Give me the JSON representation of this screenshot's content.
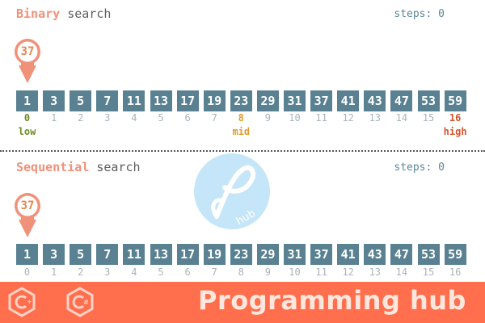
{
  "binary": {
    "title_highlight": "Binary",
    "title_rest": "search",
    "steps_label": "steps:",
    "steps_value": "0",
    "target": "37",
    "values": [
      "1",
      "3",
      "5",
      "7",
      "11",
      "13",
      "17",
      "19",
      "23",
      "29",
      "31",
      "37",
      "41",
      "43",
      "47",
      "53",
      "59"
    ],
    "indices": [
      "0",
      "1",
      "2",
      "3",
      "4",
      "5",
      "6",
      "7",
      "8",
      "9",
      "10",
      "11",
      "12",
      "13",
      "14",
      "15",
      "16"
    ],
    "low_label": "low",
    "mid_label": "mid",
    "high_label": "high",
    "low_index": 0,
    "mid_index": 8,
    "high_index": 16
  },
  "sequential": {
    "title_highlight": "Sequential",
    "title_rest": "search",
    "steps_label": "steps:",
    "steps_value": "0",
    "target": "37",
    "values": [
      "1",
      "3",
      "5",
      "7",
      "11",
      "13",
      "17",
      "19",
      "23",
      "29",
      "31",
      "37",
      "41",
      "43",
      "47",
      "53",
      "59"
    ],
    "indices": [
      "0",
      "1",
      "2",
      "3",
      "4",
      "5",
      "6",
      "7",
      "8",
      "9",
      "10",
      "11",
      "12",
      "13",
      "14",
      "15",
      "16"
    ]
  },
  "footer": {
    "brand": "Programming hub",
    "watermark_text": "hub",
    "icons": [
      "c-plus-plus-icon",
      "c-sharp-icon"
    ]
  },
  "colors": {
    "cell": "#5a8191",
    "accent": "#f0917a",
    "banner": "#ff6f4d",
    "low": "#6b8e23",
    "mid": "#e29a2a",
    "high": "#d4542d"
  }
}
